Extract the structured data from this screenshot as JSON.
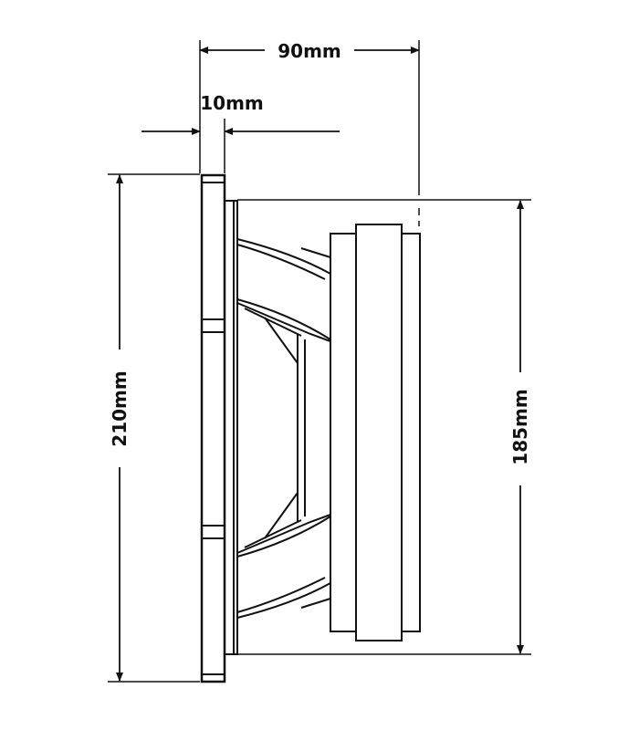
{
  "colors": {
    "line": "#111111",
    "background": "#ffffff"
  },
  "dimensions": {
    "depth": "90mm",
    "flange": "10mm",
    "outer_diameter": "210mm",
    "cutout_diameter": "185mm"
  }
}
